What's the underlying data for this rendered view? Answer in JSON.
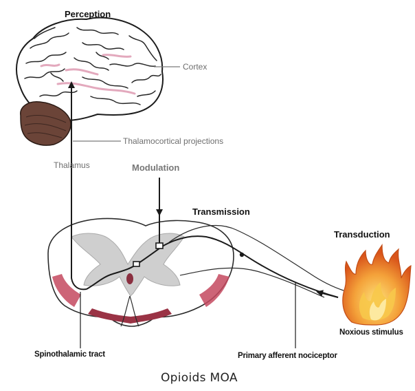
{
  "labels": {
    "perception": "Perception",
    "cortex": "Cortex",
    "thalamocortical": "Thalamocortical projections",
    "thalamus": "Thalamus",
    "modulation": "Modulation",
    "transmission": "Transmission",
    "transduction": "Transduction",
    "noxious_stimulus": "Noxious stimulus",
    "spinothalamic_tract": "Spinothalamic tract",
    "primary_afferent": "Primary afferent nociceptor"
  },
  "caption": "Opioids MOA",
  "colors": {
    "pathway": "#1a1a1a",
    "brain_pink": "#e3a9bd",
    "cerebellum": "#6b4438",
    "gray_matter": "#cfcfcf",
    "cord_red": "#9a3345",
    "flame_outer": "#e06a1a",
    "flame_inner": "#f7c84a",
    "grey_label": "#6e6e6e"
  }
}
